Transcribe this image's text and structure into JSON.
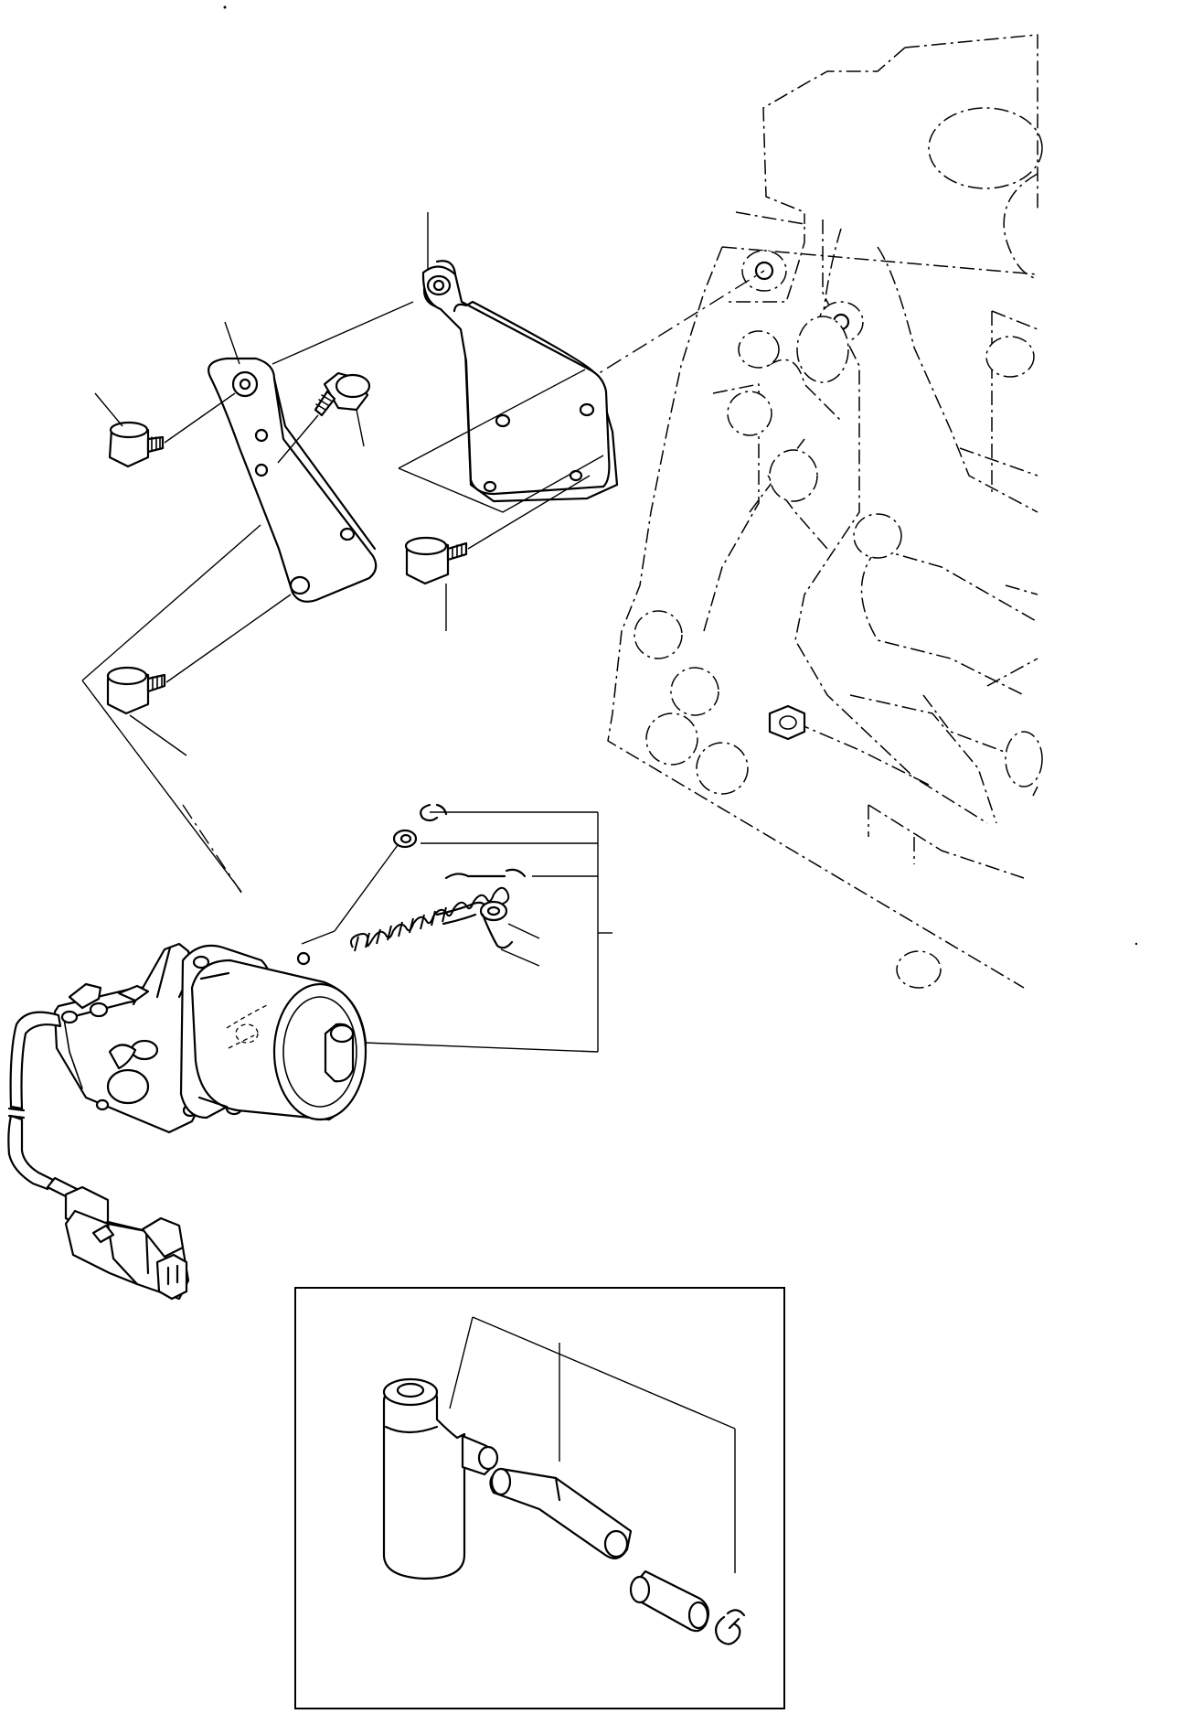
{
  "figure": {
    "type": "exploded-parts-diagram",
    "labels": []
  },
  "colors": {
    "line": "#000000",
    "background": "#ffffff"
  },
  "parts": [
    "engine-block",
    "upper-bracket",
    "lower-bracket",
    "bracket-bolt",
    "actuator-motor",
    "actuator-harness",
    "harness-connector",
    "return-spring",
    "snap-ring",
    "washer",
    "clevis-pin",
    "inset-fitting",
    "inset-hose",
    "inset-hose-clamp"
  ]
}
